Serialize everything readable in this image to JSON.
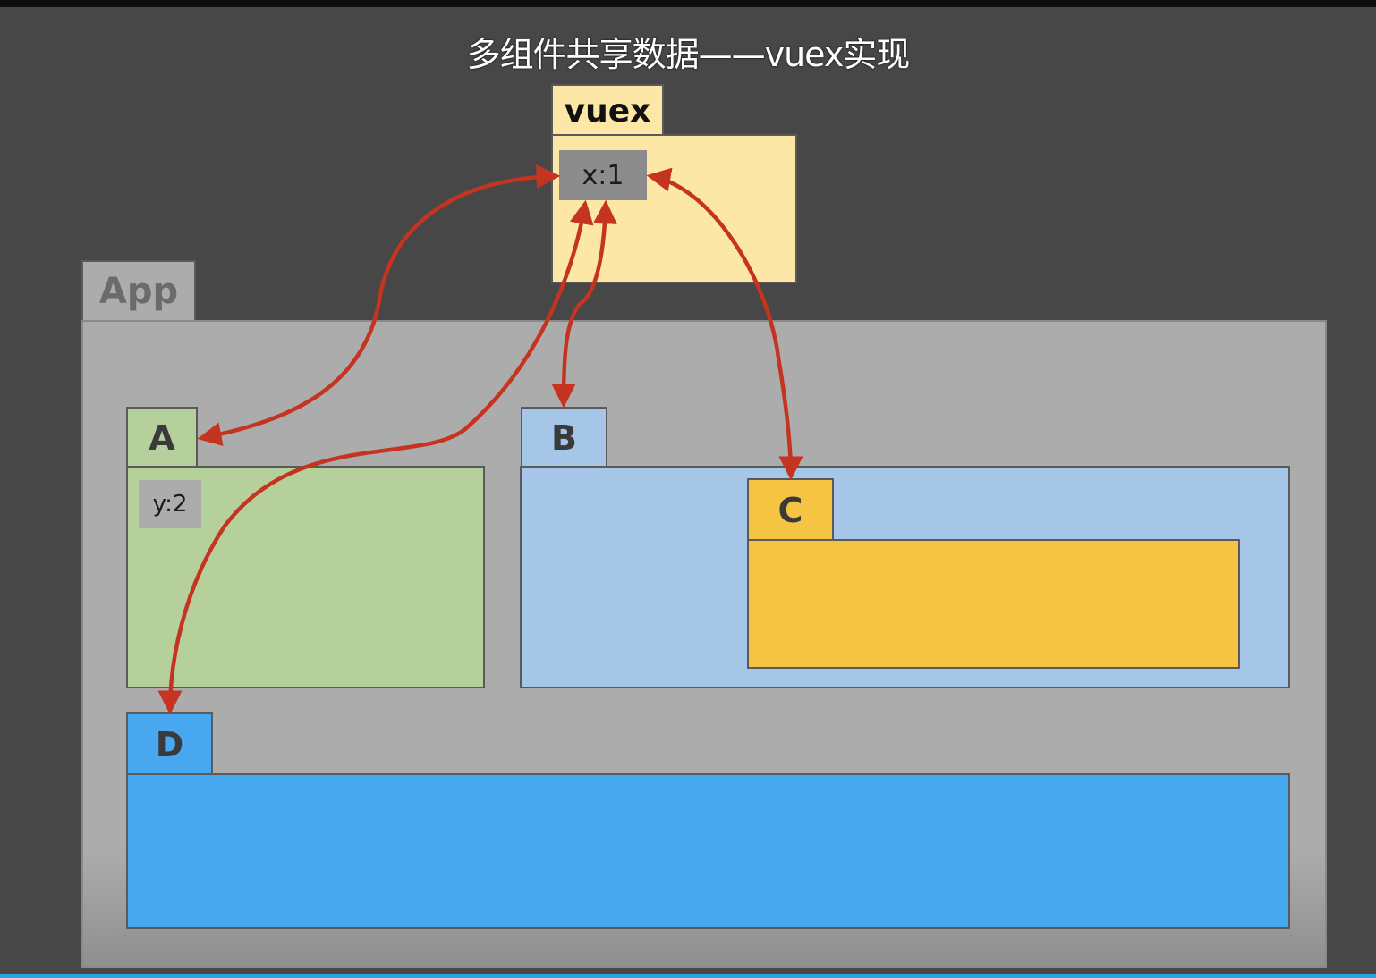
{
  "title": "多组件共享数据——vuex实现",
  "vuex": {
    "label": "vuex",
    "state": "x:1",
    "color": "#fde7a6"
  },
  "app": {
    "label": "App",
    "color": "#acacac"
  },
  "components": {
    "a": {
      "label": "A",
      "state": "y:2",
      "color": "#b5d09b"
    },
    "b": {
      "label": "B",
      "color": "#a6c6e7"
    },
    "c": {
      "label": "C",
      "color": "#f5c442"
    },
    "d": {
      "label": "D",
      "color": "#47a8ef"
    }
  },
  "arrow_color": "#c43420"
}
